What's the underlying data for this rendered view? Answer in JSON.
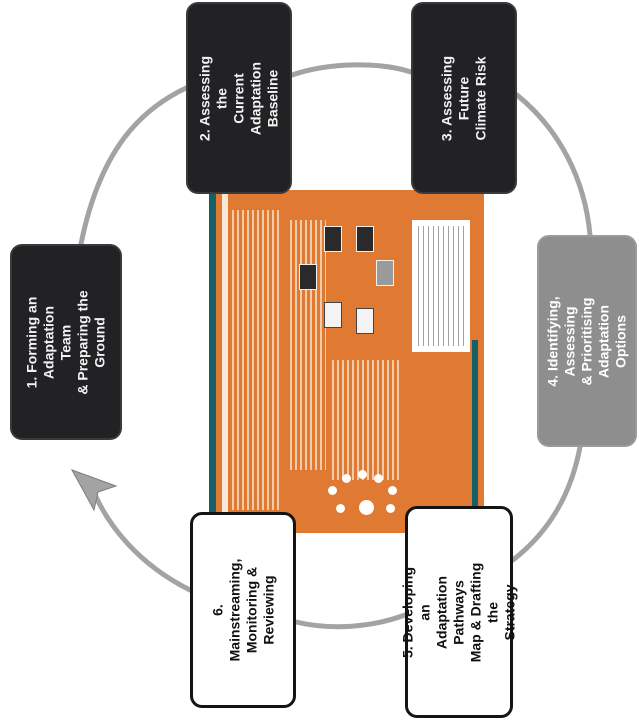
{
  "stages": [
    {
      "id": "stage-1",
      "number": "1.",
      "text": "Forming an\nAdaptation Team\n& Preparing the\nGround",
      "style": "dark"
    },
    {
      "id": "stage-2",
      "number": "2.",
      "text": "Assessing the\nCurrent Adaptation\nBaseline",
      "style": "dark"
    },
    {
      "id": "stage-3",
      "number": "3.",
      "text": "Assessing Future\nClimate Risk",
      "style": "dark"
    },
    {
      "id": "stage-4",
      "number": "4.",
      "text": "Identifying, Assessing\n& Prioritising Adaptation\nOptions",
      "style": "grey"
    },
    {
      "id": "stage-5",
      "number": "5.",
      "text": "Developing an\nAdaptation Pathways\nMap & Drafting the\nStrategy",
      "style": "outlined"
    },
    {
      "id": "stage-6",
      "number": "6.",
      "text": "Mainstreaming,\nMonitoring &\nReviewing",
      "style": "outlined"
    }
  ],
  "colors": {
    "dark_box": "#222225",
    "grey_box": "#8e8e8e",
    "cycle_line": "#a3a3a3",
    "document": "#e07a33",
    "document_accent": "#17606a"
  }
}
